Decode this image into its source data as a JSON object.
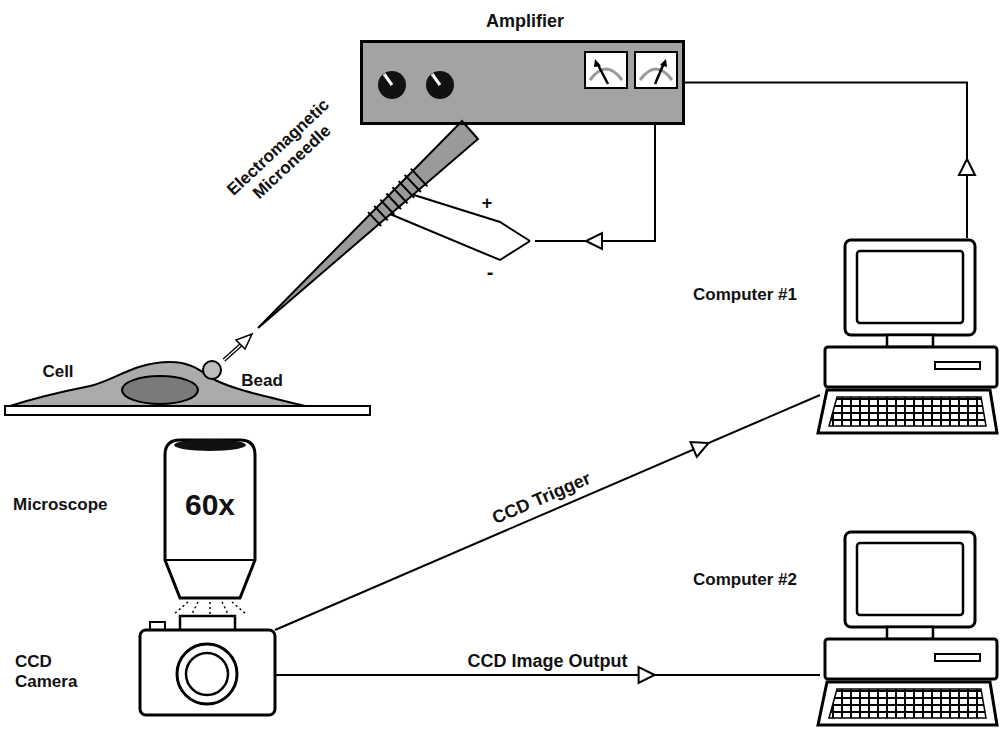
{
  "diagram": {
    "nodes": [
      {
        "text": [
          "Amplifier"
        ]
      },
      {
        "text": [
          "Electromagnetic Microneedle"
        ]
      },
      {
        "text": [
          "Computer #1"
        ]
      },
      {
        "text": [
          "Microscope",
          "60x"
        ]
      },
      {
        "text": [
          "CCD Camera"
        ]
      },
      {
        "text": [
          "Computer #2"
        ]
      }
    ],
    "edges": [
      {
        "from": 2,
        "to": 0,
        "arrow": "to"
      },
      {
        "from": 0,
        "to": 1,
        "arrow": "to"
      },
      {
        "from": 4,
        "to": 2,
        "label": "CCD Trigger",
        "arrow": "to"
      },
      {
        "from": 4,
        "to": 5,
        "label": "CCD Image Output",
        "arrow": "to"
      }
    ],
    "labels": [
      "Cell",
      "Bead",
      "+",
      "-"
    ]
  }
}
